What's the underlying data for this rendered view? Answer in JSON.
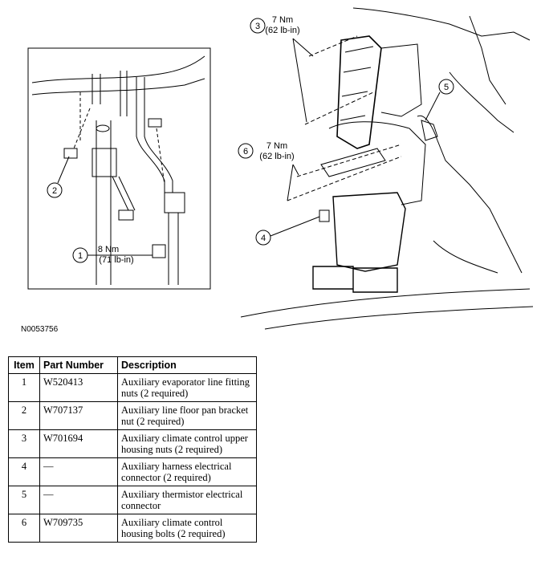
{
  "figure": {
    "id": "N0053756",
    "callouts": [
      {
        "num": "1",
        "torque_nm": "8 Nm",
        "torque_lb": "(71 lb-in)"
      },
      {
        "num": "2"
      },
      {
        "num": "3",
        "torque_nm": "7 Nm",
        "torque_lb": "(62 lb-in)"
      },
      {
        "num": "4"
      },
      {
        "num": "5"
      },
      {
        "num": "6",
        "torque_nm": "7 Nm",
        "torque_lb": "(62 lb-in)"
      }
    ]
  },
  "table": {
    "headers": [
      "Item",
      "Part Number",
      "Description"
    ],
    "rows": [
      {
        "item": "1",
        "part": "W520413",
        "desc": "Auxiliary evaporator line fitting nuts (2 required)"
      },
      {
        "item": "2",
        "part": "W707137",
        "desc": "Auxiliary line floor pan bracket nut (2 required)"
      },
      {
        "item": "3",
        "part": "W701694",
        "desc": "Auxiliary climate control upper housing nuts (2 required)"
      },
      {
        "item": "4",
        "part": "—",
        "desc": "Auxiliary harness electrical connector (2 required)"
      },
      {
        "item": "5",
        "part": "—",
        "desc": "Auxiliary thermistor electrical connector"
      },
      {
        "item": "6",
        "part": "W709735",
        "desc": "Auxiliary climate control housing bolts (2 required)"
      }
    ]
  }
}
